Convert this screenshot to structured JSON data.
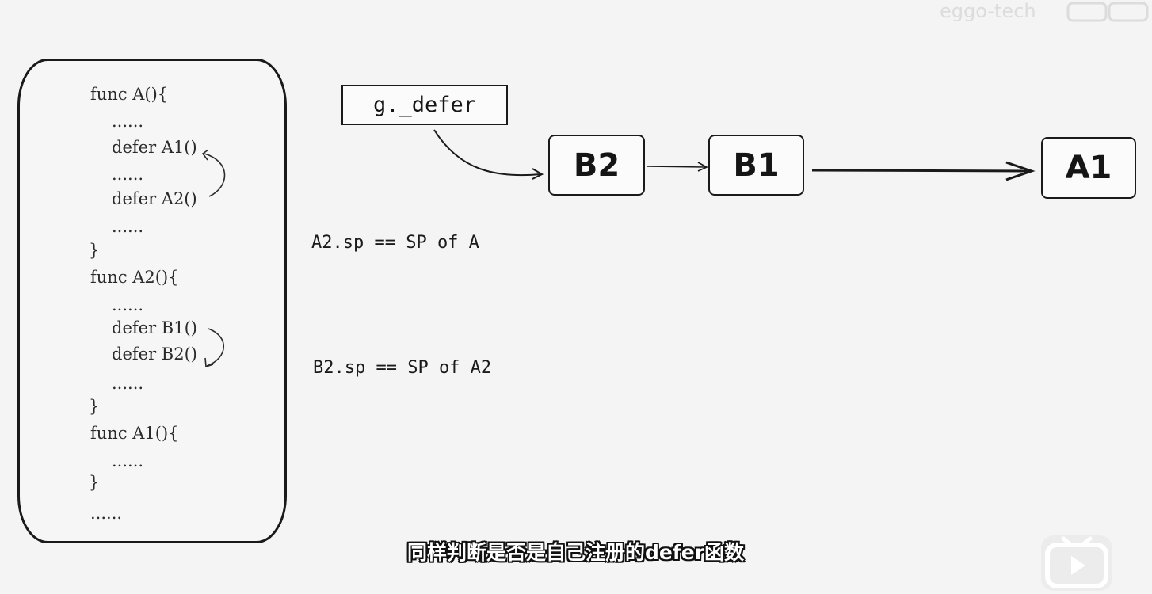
{
  "watermark": {
    "text": "eggo-tech",
    "logo": "bilibili-logo"
  },
  "code_panel": {
    "lines": [
      "func A(){",
      "......",
      "defer A1()",
      "......",
      "defer A2()",
      "......",
      "}",
      "func A2(){",
      "......",
      "defer B1()",
      "defer B2()",
      "......",
      "}",
      "func A1(){",
      "......",
      "}",
      "......"
    ]
  },
  "defer_chain": {
    "head_label": "g._defer",
    "nodes": [
      "B2",
      "B1",
      "A1"
    ]
  },
  "notes": {
    "a2_sp": "A2.sp == SP of A",
    "b2_sp": "B2.sp == SP of A2"
  },
  "subtitle": "同样判断是否是自己注册的defer函数",
  "colors": {
    "ink": "#1a1a1a",
    "background": "#f4f4f4",
    "subtitle_text": "#ffffff",
    "subtitle_outline": "#111111"
  },
  "icons": [
    "curved-arrow-icon",
    "play-icon"
  ]
}
